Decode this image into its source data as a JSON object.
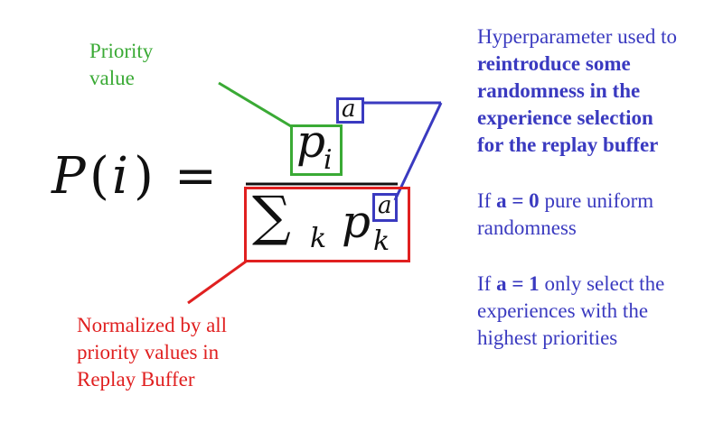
{
  "formula": {
    "lhs_P": "P",
    "lhs_open": "(",
    "lhs_i": "i",
    "lhs_close": ")",
    "equals": "=",
    "num_p": "p",
    "num_i": "i",
    "exp_num": "a",
    "den_sum": "∑",
    "den_k": "k",
    "den_p": "p",
    "den_pk": "k",
    "exp_den": "a"
  },
  "annotations": {
    "priority": {
      "line1": "Priority",
      "line2": "value",
      "color": "#3aaa35"
    },
    "normalized": {
      "line1": "Normalized by all",
      "line2": "priority values in",
      "line3": "Replay Buffer",
      "color": "#e02020"
    },
    "hyperparameter": {
      "line1": "Hyperparameter used to",
      "line2": "reintroduce some",
      "line3": "randomness in the",
      "line4": "experience selection",
      "line5": "for the replay buffer",
      "color": "#3a3ac0"
    },
    "case0": {
      "prefix": "If ",
      "var": "a = 0",
      "suffix": " pure uniform",
      "line2": "randomness"
    },
    "case1": {
      "prefix": "If ",
      "var": "a = 1",
      "suffix": " only select the",
      "line2": "experiences with the",
      "line3": "highest priorities"
    }
  }
}
